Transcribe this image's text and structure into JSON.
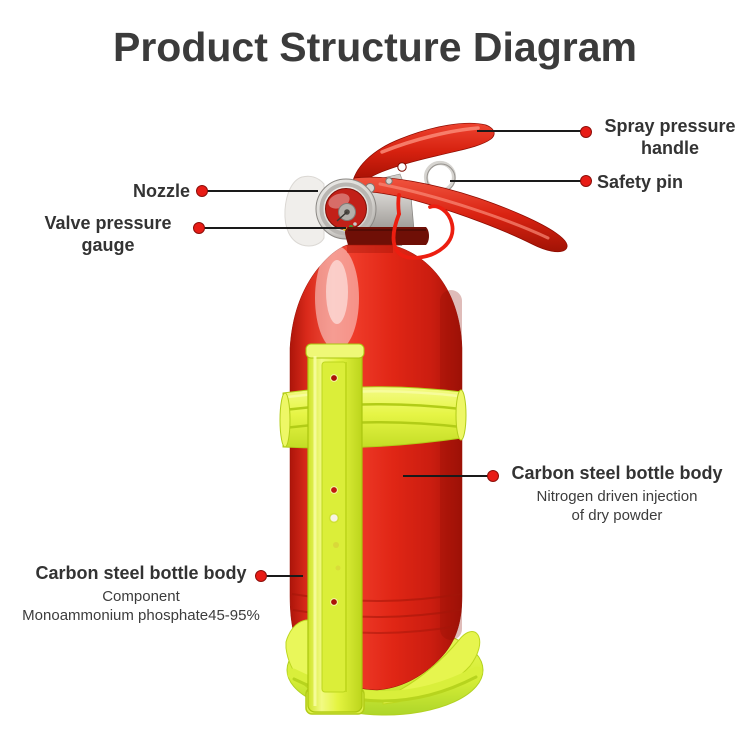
{
  "title": "Product Structure Diagram",
  "colors": {
    "title_text": "#3b3b3b",
    "label_text": "#333333",
    "callout_dot": "#e81c16",
    "leader_line": "#1a1a1a",
    "extinguisher_red": "#e32b1e",
    "bracket_yellow": "#e3f43e"
  },
  "callouts": [
    {
      "id": "spray-pressure-handle",
      "label": "Spray pressure handle"
    },
    {
      "id": "safety-pin",
      "label": "Safety pin"
    },
    {
      "id": "nozzle",
      "label": "Nozzle"
    },
    {
      "id": "valve-pressure-gauge",
      "label": "Valve pressure gauge"
    },
    {
      "id": "bottle-body-right",
      "label": "Carbon steel bottle body",
      "description_lines": [
        "Nitrogen driven injection",
        "of dry powder"
      ]
    },
    {
      "id": "bottle-body-left",
      "label": "Carbon steel bottle body",
      "description_lines": [
        "Component",
        "Monoammonium phosphate45-95%"
      ]
    }
  ]
}
